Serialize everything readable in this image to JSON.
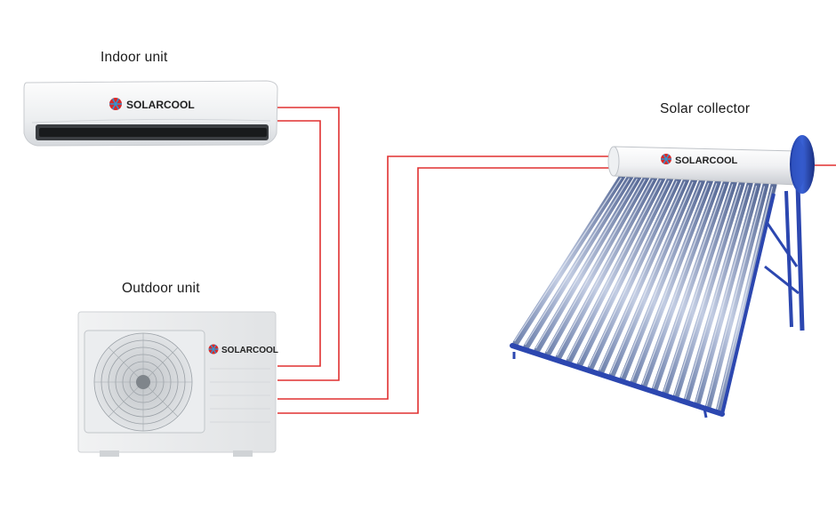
{
  "labels": {
    "indoor": "Indoor unit",
    "outdoor": "Outdoor unit",
    "solar": "Solar collector"
  },
  "brand": {
    "indoor": "SOLARCOOL",
    "outdoor": "SOLARCOOL",
    "solar": "SOLARCOOL"
  },
  "colors": {
    "pipe": "#e03030",
    "tube": "#8aa0c8",
    "frame": "#2c47b0"
  }
}
